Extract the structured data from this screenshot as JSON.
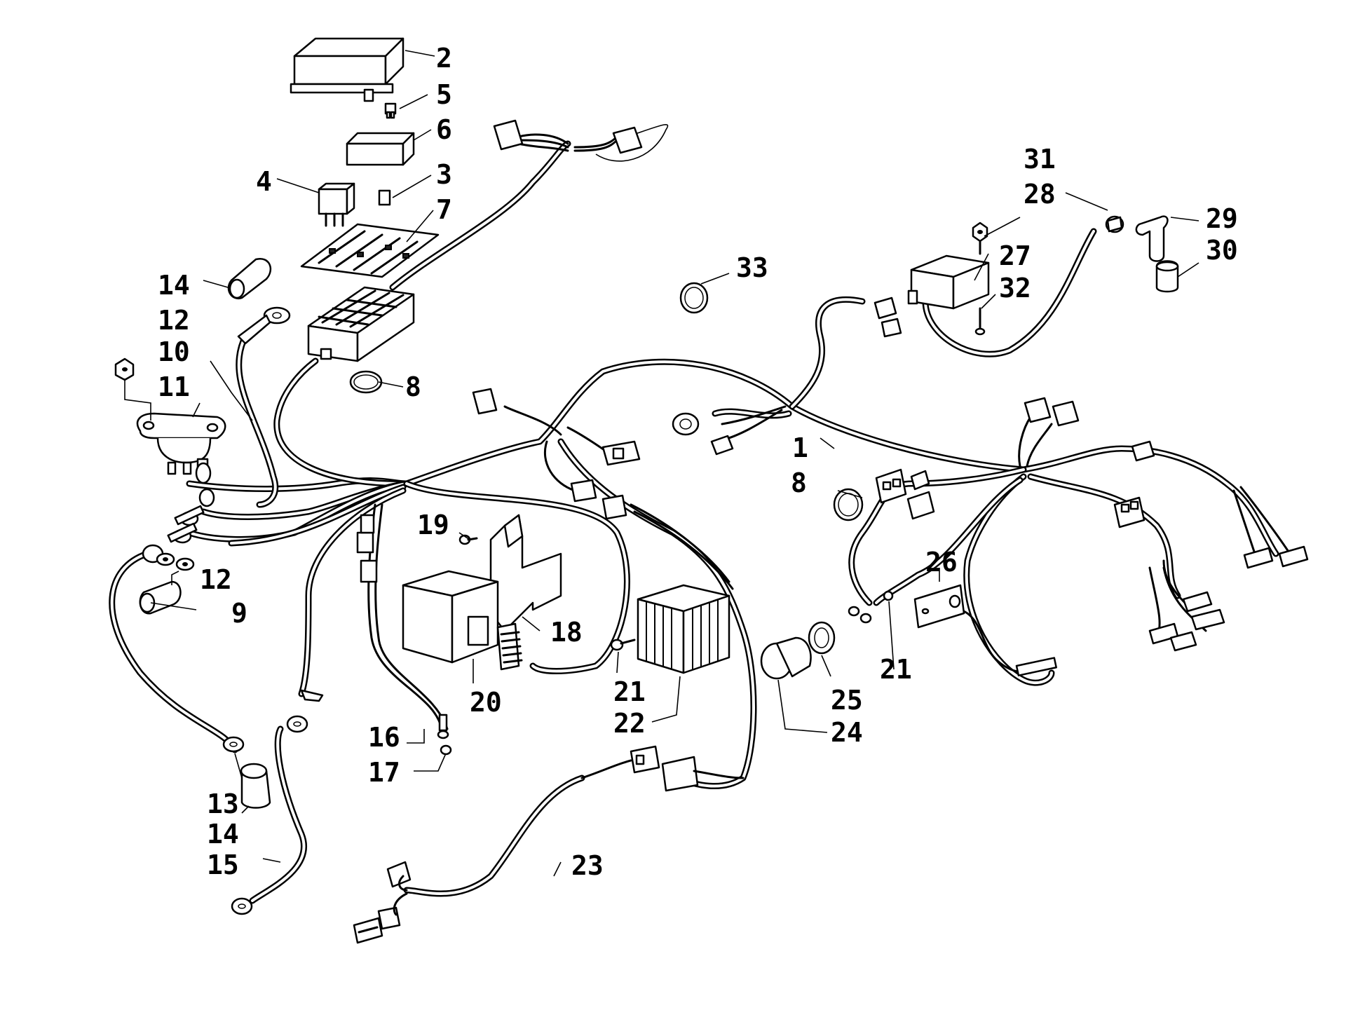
{
  "callouts": {
    "c1": "1",
    "c2": "2",
    "c3": "3",
    "c4": "4",
    "c5": "5",
    "c6": "6",
    "c7": "7",
    "c8a": "8",
    "c8b": "8",
    "c9": "9",
    "c10": "10",
    "c11": "11",
    "c12a": "12",
    "c12b": "12",
    "c13": "13",
    "c14a": "14",
    "c14b": "14",
    "c15": "15",
    "c16": "16",
    "c17": "17",
    "c18": "18",
    "c19": "19",
    "c20": "20",
    "c21a": "21",
    "c21b": "21",
    "c22": "22",
    "c23": "23",
    "c24": "24",
    "c25": "25",
    "c26": "26",
    "c27": "27",
    "c28": "28",
    "c29": "29",
    "c30": "30",
    "c31": "31",
    "c32": "32",
    "c33": "33"
  },
  "colors": {
    "line": "#000000",
    "background": "#ffffff"
  }
}
